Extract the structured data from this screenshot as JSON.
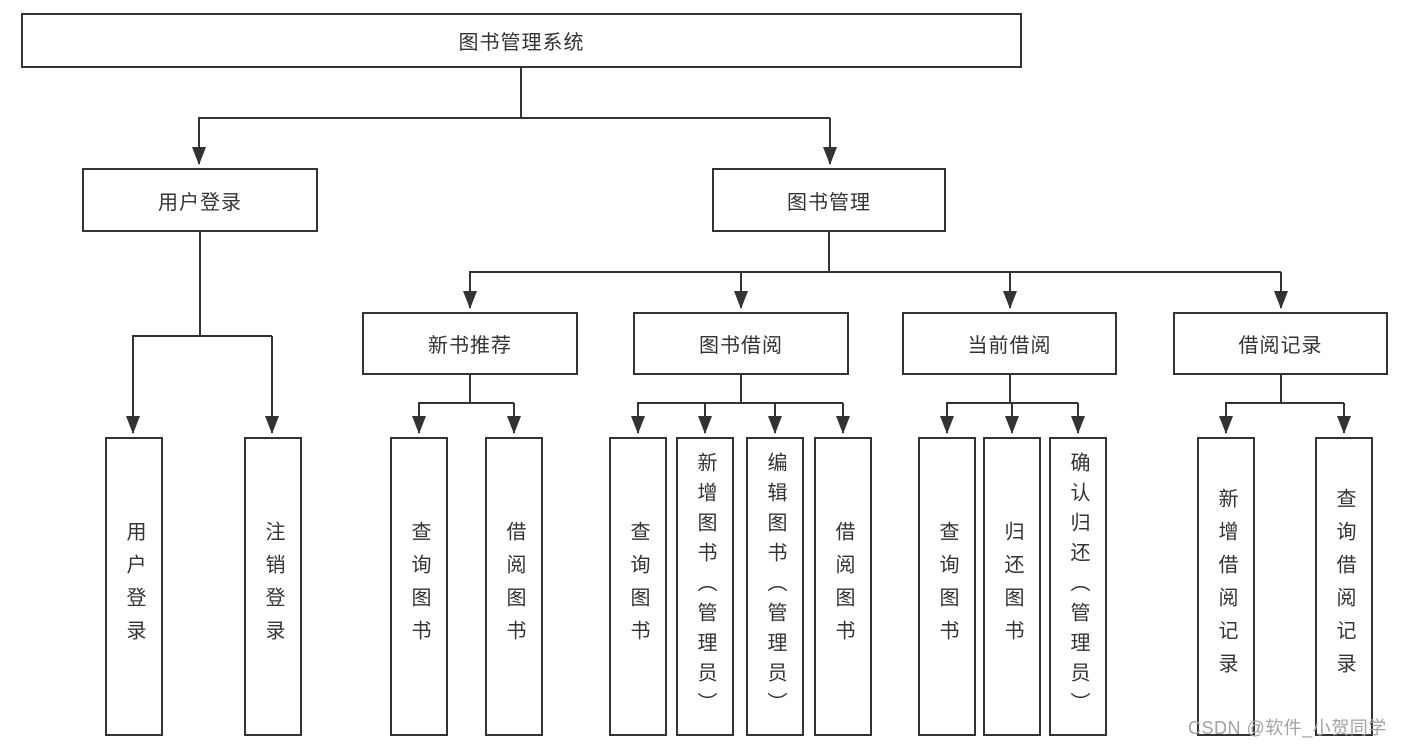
{
  "colors": {
    "background": "#ffffff",
    "line": "#333333",
    "box_border": "#333333",
    "text": "#333333",
    "watermark": "#a3a3a3"
  },
  "watermark": {
    "text": "CSDN @软件_小贺同学"
  },
  "diagram": {
    "type": "tree",
    "root": {
      "label": "图书管理系统",
      "children": [
        {
          "label": "用户登录",
          "children": [
            {
              "label": "用户登录"
            },
            {
              "label": "注销登录"
            }
          ]
        },
        {
          "label": "图书管理",
          "children": [
            {
              "label": "新书推荐",
              "children": [
                {
                  "label": "查询图书"
                },
                {
                  "label": "借阅图书"
                }
              ]
            },
            {
              "label": "图书借阅",
              "children": [
                {
                  "label": "查询图书"
                },
                {
                  "label": "新增图书（管理员）"
                },
                {
                  "label": "编辑图书（管理员）"
                },
                {
                  "label": "借阅图书"
                }
              ]
            },
            {
              "label": "当前借阅",
              "children": [
                {
                  "label": "查询图书"
                },
                {
                  "label": "归还图书"
                },
                {
                  "label": "确认归还（管理员）"
                }
              ]
            },
            {
              "label": "借阅记录",
              "children": [
                {
                  "label": "新增借阅记录"
                },
                {
                  "label": "查询借阅记录"
                }
              ]
            }
          ]
        }
      ]
    }
  }
}
